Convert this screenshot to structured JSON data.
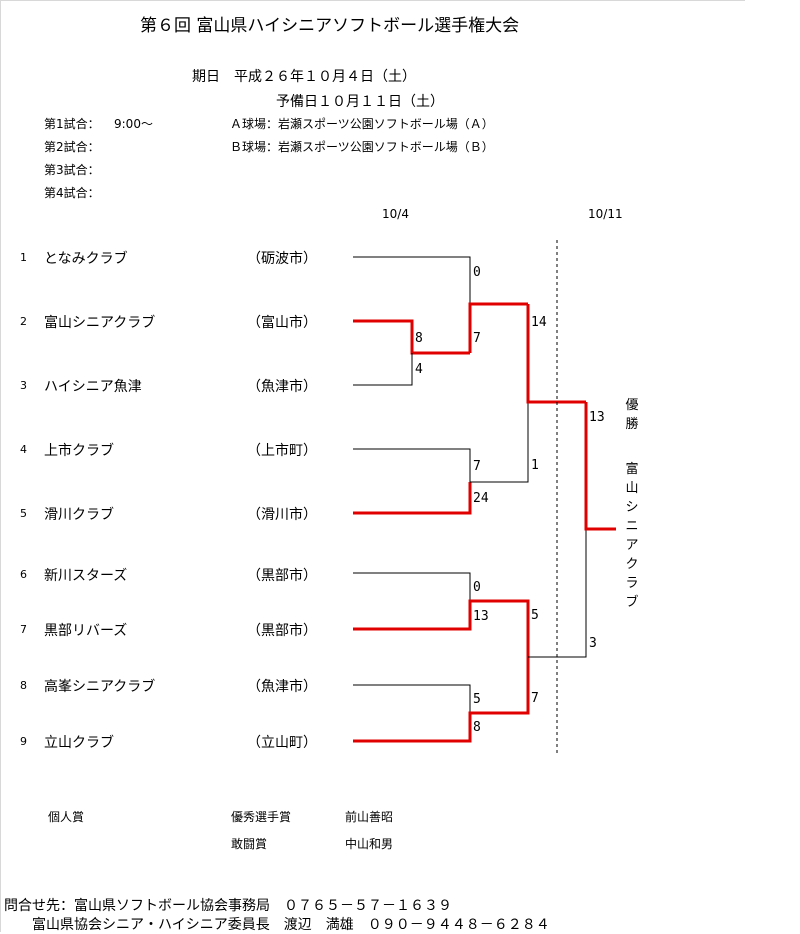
{
  "title": "第６回 富山県ハイシニアソフトボール選手権大会",
  "schedule": {
    "date_line": "期日　平成２６年１０月４日（土）",
    "reserve_line": "予備日１０月１１日（土）"
  },
  "matches": [
    {
      "label": "第1試合：",
      "time": "9:00～"
    },
    {
      "label": "第2試合：",
      "time": ""
    },
    {
      "label": "第3試合：",
      "time": ""
    },
    {
      "label": "第4試合：",
      "time": ""
    }
  ],
  "venues": [
    "Ａ球場：岩瀬スポーツ公園ソフトボール場（Ａ）",
    "Ｂ球場：岩瀬スポーツ公園ソフトボール場（Ｂ）"
  ],
  "dates": {
    "round1": "10/4",
    "final": "10/11"
  },
  "teams": [
    {
      "no": "1",
      "name": "となみクラブ",
      "city": "（砺波市）"
    },
    {
      "no": "2",
      "name": "富山シニアクラブ",
      "city": "（富山市）"
    },
    {
      "no": "3",
      "name": "ハイシニア魚津",
      "city": "（魚津市）"
    },
    {
      "no": "4",
      "name": "上市クラブ",
      "city": "（上市町）"
    },
    {
      "no": "5",
      "name": "滑川クラブ",
      "city": "（滑川市）"
    },
    {
      "no": "6",
      "name": "新川スターズ",
      "city": "（黒部市）"
    },
    {
      "no": "7",
      "name": "黒部リバーズ",
      "city": "（黒部市）"
    },
    {
      "no": "8",
      "name": "高峯シニアクラブ",
      "city": "（魚津市）"
    },
    {
      "no": "9",
      "name": "立山クラブ",
      "city": "（立山町）"
    }
  ],
  "scores": {
    "m_2v3": [
      "8",
      "4"
    ],
    "m_1vW": [
      "0",
      "7"
    ],
    "m_4v5": [
      "7",
      "24"
    ],
    "m_6v7": [
      "0",
      "13"
    ],
    "m_8v9": [
      "5",
      "8"
    ],
    "semi_top": [
      "14",
      "1"
    ],
    "semi_bottom": [
      "5",
      "7"
    ],
    "final": [
      "13",
      "3"
    ]
  },
  "champion": {
    "label": "優勝",
    "team": "富山シニアクラブ"
  },
  "awards": {
    "heading": "個人賞",
    "items": [
      {
        "award": "優秀選手賞",
        "person": "前山善昭"
      },
      {
        "award": "敢闘賞",
        "person": "中山和男"
      }
    ]
  },
  "contact": {
    "line1": "問合せ先：富山県ソフトボール協会事務局　０７６５－５７－１６３９",
    "line2": "富山県協会シニア・ハイシニア委員長　渡辺　満雄　０９０－９４４８－６２８４"
  },
  "colors": {
    "winner_line": "#e00000",
    "line": "#000000"
  }
}
